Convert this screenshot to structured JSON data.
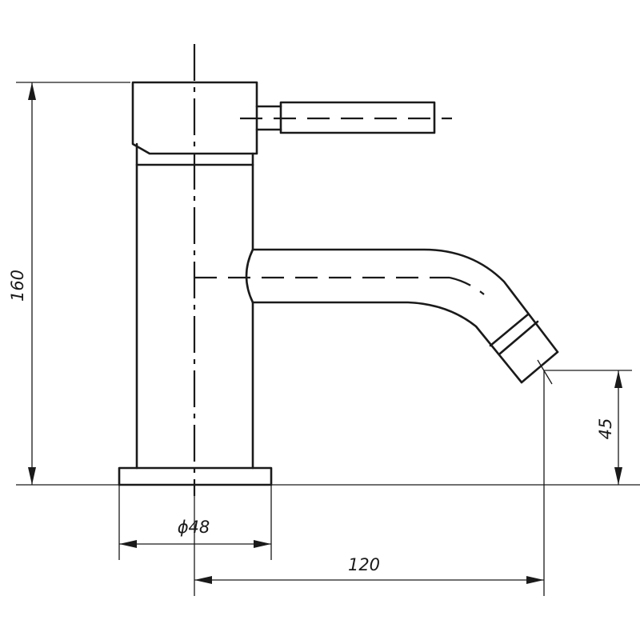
{
  "dimensions": {
    "height_total": "160",
    "base_diameter": "ϕ48",
    "outlet_height": "45",
    "spout_reach": "120"
  }
}
